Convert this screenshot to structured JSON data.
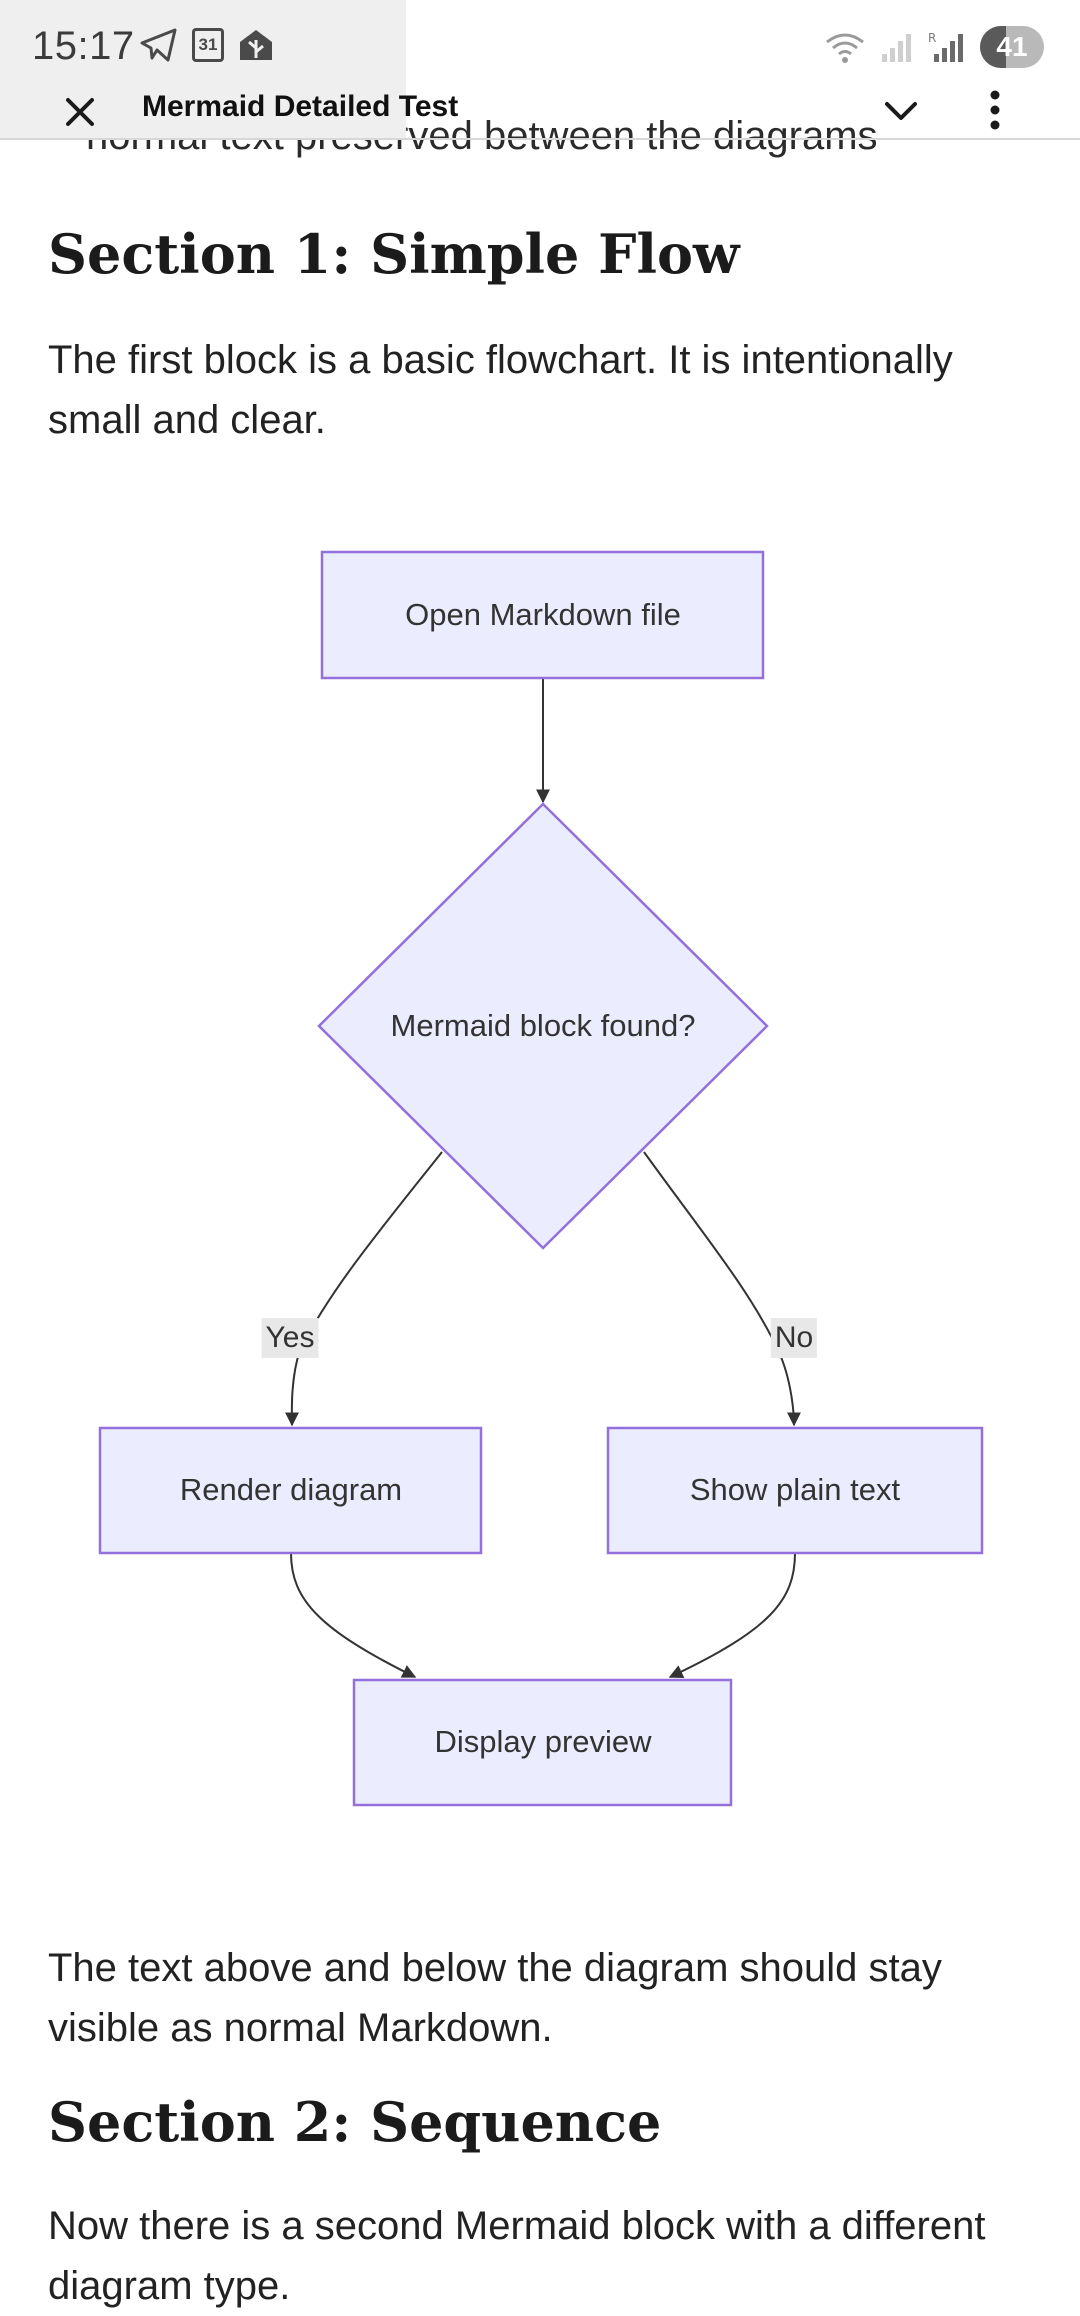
{
  "status_bar": {
    "time": "15:17",
    "calendar_day": "31",
    "battery": "41",
    "battery_fraction": 0.41
  },
  "app_bar": {
    "title": "Mermaid Detailed Test"
  },
  "content": {
    "cut_bullet": "normal text preserved between the diagrams",
    "section1": {
      "heading": "Section 1: Simple Flow",
      "intro": "The first block is a basic flowchart. It is intentionally small and clear.",
      "after": "The text above and below the diagram should stay visible as normal Markdown."
    },
    "section2": {
      "heading": "Section 2: Sequence",
      "intro": "Now there is a second Mermaid block with a different diagram type."
    }
  },
  "diagram": {
    "nodes": {
      "open": "Open Markdown file",
      "decision": "Mermaid block found?",
      "render": "Render diagram",
      "plain": "Show plain text",
      "preview": "Display preview"
    },
    "edges": {
      "yes": "Yes",
      "no": "No"
    },
    "colors": {
      "node_fill": "#ececff",
      "node_stroke": "#9370db",
      "edge": "#333333"
    }
  }
}
